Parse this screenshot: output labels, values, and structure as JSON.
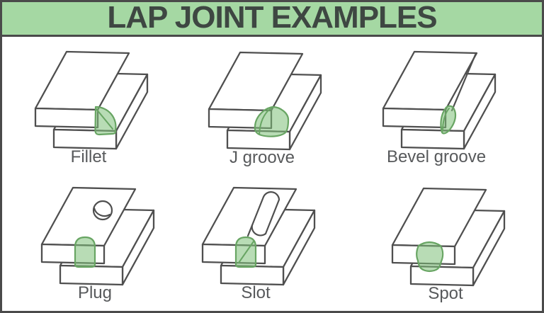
{
  "header": {
    "title": "LAP JOINT EXAMPLES"
  },
  "joints": [
    {
      "id": "fillet",
      "label": "Fillet"
    },
    {
      "id": "j-groove",
      "label": "J groove"
    },
    {
      "id": "bevel-groove",
      "label": "Bevel groove"
    },
    {
      "id": "plug",
      "label": "Plug"
    },
    {
      "id": "slot",
      "label": "Slot"
    },
    {
      "id": "spot",
      "label": "Spot"
    }
  ],
  "colors": {
    "header_background": "#a5d8a3",
    "title_text": "#3e4742",
    "outline": "#4f4f4f",
    "frame_border": "#4a4a4a",
    "weld_fill": "#b7dcb0",
    "weld_stroke": "#68a563",
    "label_text": "#57595b",
    "background": "#ffffff"
  }
}
